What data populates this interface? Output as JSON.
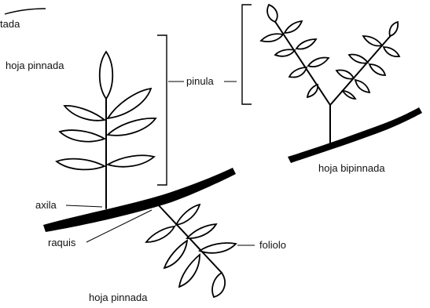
{
  "labels": {
    "top_left_fragment": "tada",
    "pinnate_leaf_top": "hoja pinnada",
    "pinnule": "pinula",
    "bipinnate_leaf": "hoja bipinnada",
    "axil": "axila",
    "rachis": "raquis",
    "leaflet": "foliolo",
    "pinnate_leaf_bottom": "hoja pinnada"
  },
  "colors": {
    "ink": "#000000",
    "background": "#ffffff"
  }
}
